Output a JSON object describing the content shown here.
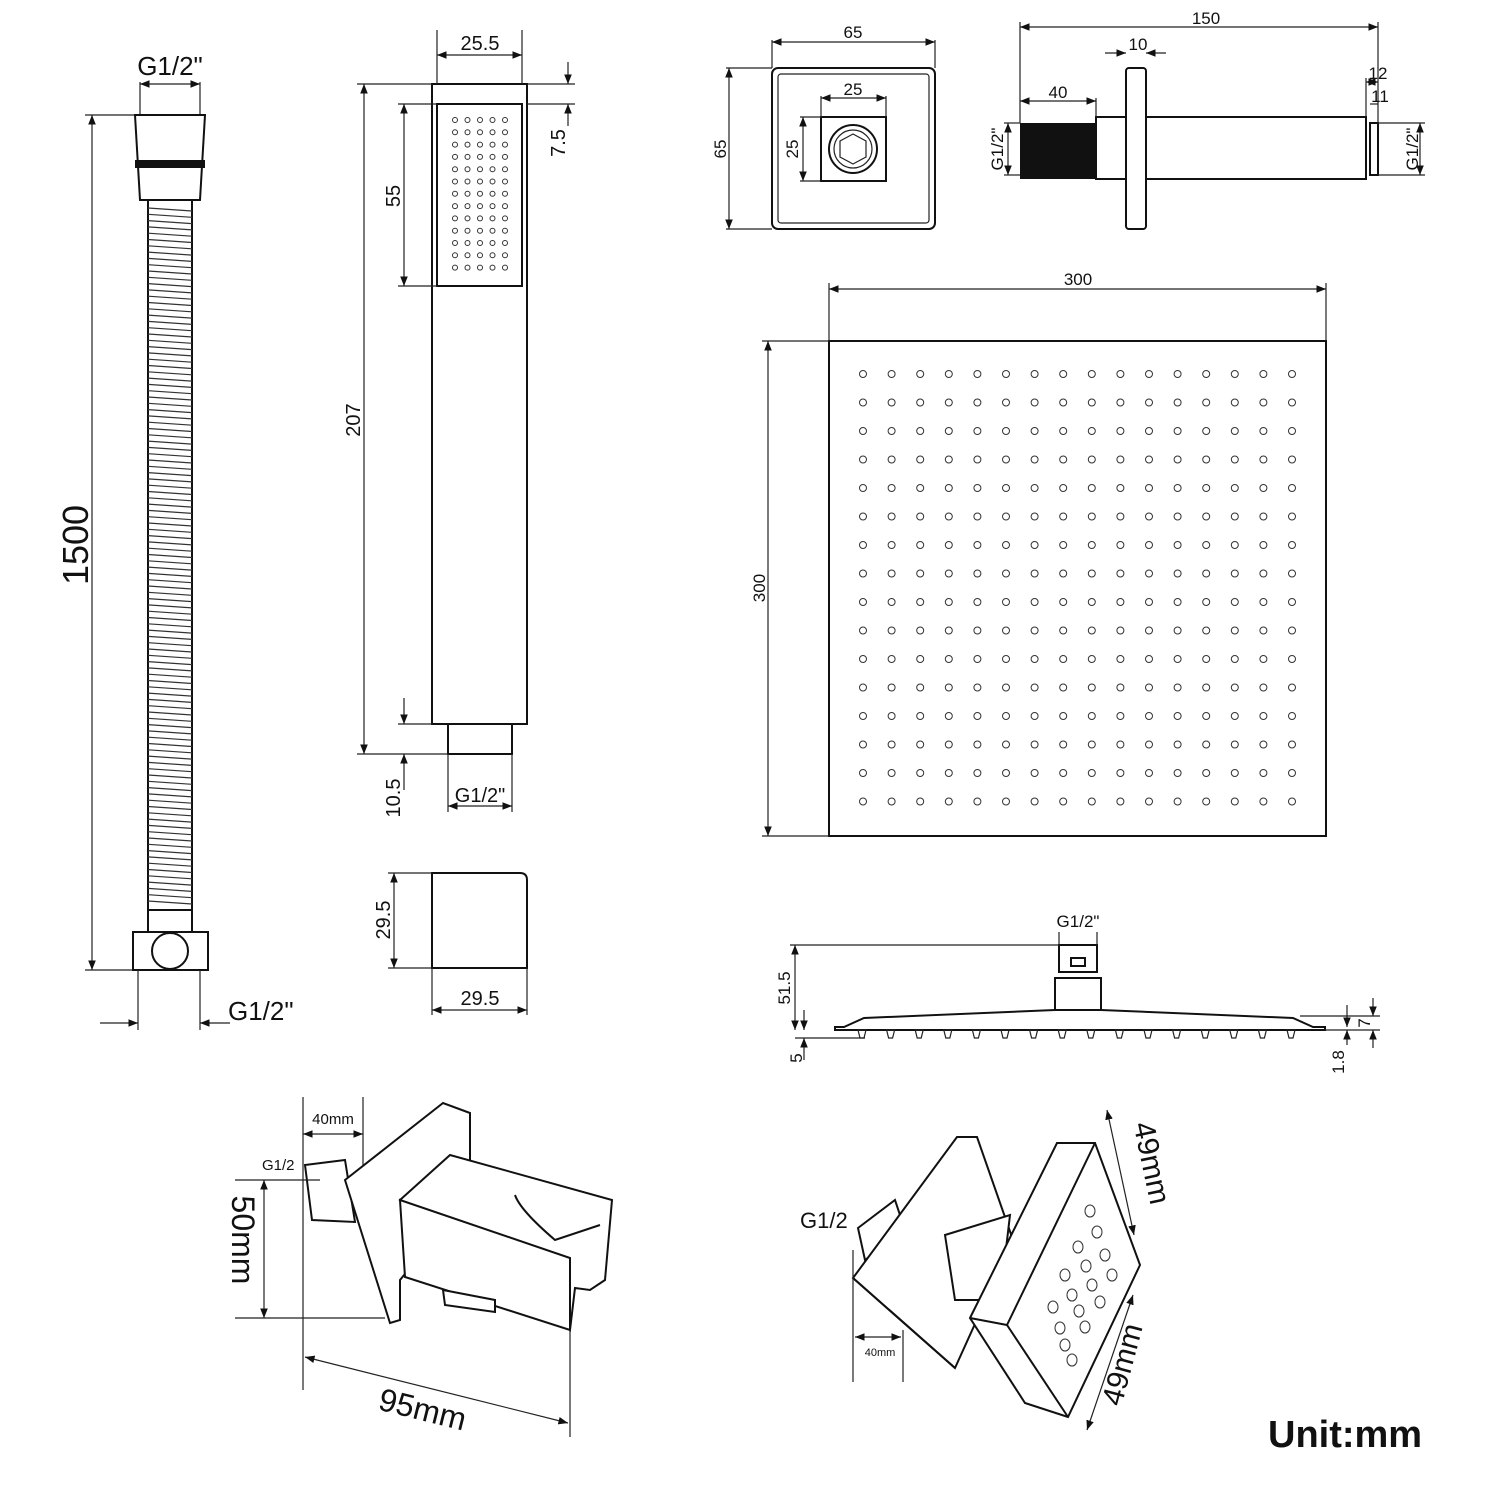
{
  "hose": {
    "length": "1500",
    "top_thread": "G1/2\"",
    "bottom_thread": "G1/2\""
  },
  "handset": {
    "width": "25.5",
    "top_offset": "7.5",
    "spray_height": "55",
    "length": "207",
    "nozzle": "10.5",
    "thread": "G1/2\""
  },
  "wall_block": {
    "height": "29.5",
    "width": "29.5"
  },
  "flange": {
    "width": "65",
    "height": "65",
    "inner_w": "25",
    "inner_h": "25"
  },
  "arm": {
    "length": "150",
    "flange_thk": "10",
    "thread_len": "40",
    "end1": "12",
    "end2": "11",
    "thread_l": "G1/2\"",
    "thread_r": "G1/2\""
  },
  "rain_head": {
    "width": "300",
    "height": "300",
    "rows": 16,
    "cols": 16
  },
  "head_side": {
    "thread": "G1/2\"",
    "height": "51.5",
    "nozzle": "5",
    "thk": "7",
    "edge": "1.8"
  },
  "outlet": {
    "thread": "G1/2",
    "depth": "40mm",
    "height": "50mm",
    "length": "95mm"
  },
  "body_jet": {
    "thread": "G1/2",
    "depth": "40mm",
    "side1": "49mm",
    "side2": "49mm"
  },
  "unit_label": "Unit:mm"
}
